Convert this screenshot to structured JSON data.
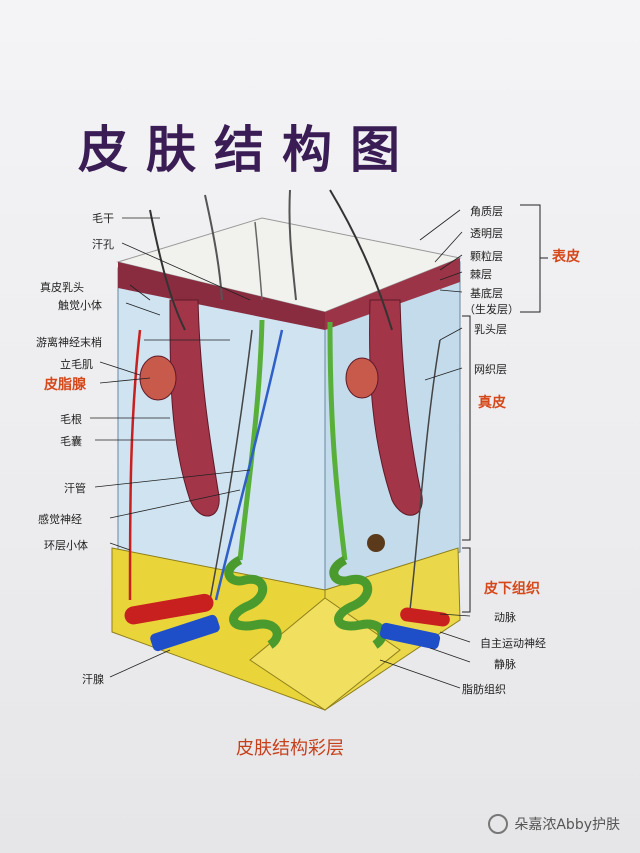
{
  "title": "皮肤结构图",
  "caption": "皮肤结构彩层",
  "watermark": "朵嘉浓Abby护肤",
  "labels_left": {
    "hair_shaft": "毛干",
    "sweat_pore": "汗孔",
    "dermal_papilla": "真皮乳头",
    "tactile_corpuscle": "触觉小体",
    "free_nerve_ending": "游离神经末梢",
    "arrector_pili": "立毛肌",
    "sebaceous_gland": "皮脂腺",
    "hair_root": "毛根",
    "hair_follicle": "毛囊",
    "sweat_duct": "汗管",
    "sensory_nerve": "感觉神经",
    "lamellar_corpuscle": "环层小体",
    "sweat_gland": "汗腺"
  },
  "labels_right": {
    "stratum_corneum": "角质层",
    "stratum_lucidum": "透明层",
    "stratum_granulosum": "颗粒层",
    "stratum_spinosum": "棘层",
    "stratum_basale": "基底层",
    "germinative_layer": "（生发层）",
    "papillary_layer": "乳头层",
    "reticular_layer": "网织层",
    "artery": "动脉",
    "autonomic_nerve": "自主运动神经",
    "vein": "静脉",
    "adipose_tissue": "脂肪组织"
  },
  "groups": {
    "epidermis": "表皮",
    "dermis": "真皮",
    "subcutis": "皮下组织"
  },
  "colors": {
    "title": "#3a1d54",
    "highlight": "#d6481a",
    "fat": "#e9d43a",
    "dermis": "#cfe3f1",
    "epidermis": "#7a2a3a",
    "artery": "#c8201e",
    "vein": "#1f4fc8",
    "sweat_gland": "#58b03a"
  }
}
